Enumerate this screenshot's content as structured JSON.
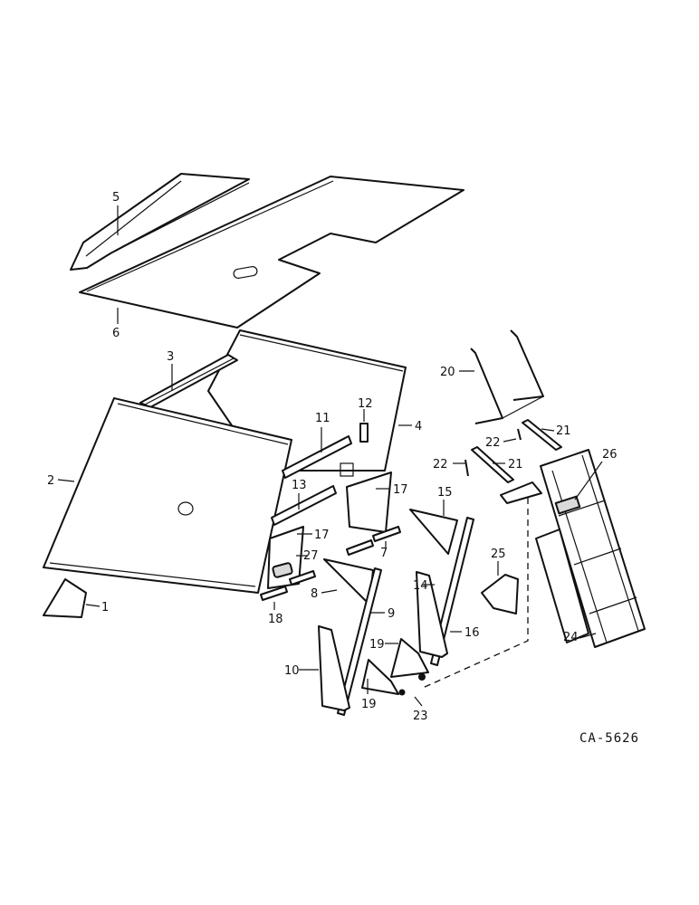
{
  "drawing_code": "CA-5626",
  "callouts": {
    "p1": "1",
    "p2": "2",
    "p3": "3",
    "p4": "4",
    "p5": "5",
    "p6": "6",
    "p7": "7",
    "p8": "8",
    "p9": "9",
    "p10": "10",
    "p11": "11",
    "p12": "12",
    "p13": "13",
    "p14": "14",
    "p15": "15",
    "p16": "16",
    "p17a": "17",
    "p17b": "17",
    "p18": "18",
    "p19a": "19",
    "p19b": "19",
    "p20": "20",
    "p21a": "21",
    "p21b": "21",
    "p22a": "22",
    "p22b": "22",
    "p23": "23",
    "p24": "24",
    "p25": "25",
    "p26": "26",
    "p27": "27"
  }
}
